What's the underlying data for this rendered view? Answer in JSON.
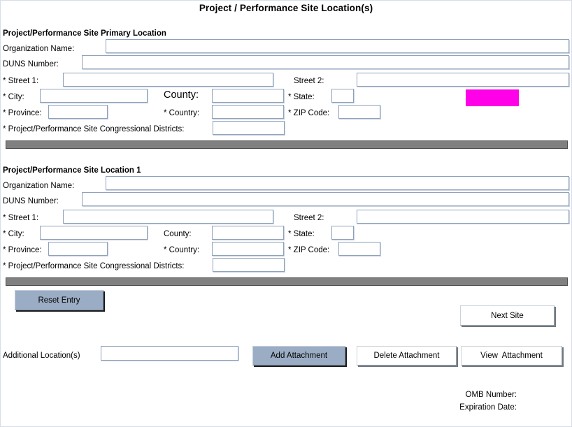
{
  "page": {
    "title": "Project / Performance Site Location(s)"
  },
  "sections": [
    {
      "heading": "Project/Performance Site Primary Location",
      "fields": {
        "organization_name_label": "Organization Name:",
        "organization_name_value": "",
        "duns_number_label": "DUNS Number:",
        "duns_number_value": "",
        "street1_label": "* Street 1:",
        "street1_value": "",
        "street2_label": "Street 2:",
        "street2_value": "",
        "city_label": "* City:",
        "city_value": "",
        "county_label": "County:",
        "county_value": "",
        "state_label": "* State:",
        "state_value": "",
        "province_label": "* Province:",
        "province_value": "",
        "country_label": "* Country:",
        "country_value": "",
        "zip_label": "* ZIP Code:",
        "zip_value": "",
        "congressional_label": "* Project/Performance Site Congressional Districts:",
        "congressional_value": ""
      },
      "highlight_color": "#ff00e8"
    },
    {
      "heading": "Project/Performance Site Location 1",
      "fields": {
        "organization_name_label": "Organization Name:",
        "organization_name_value": "",
        "duns_number_label": "DUNS Number:",
        "duns_number_value": "",
        "street1_label": "* Street 1:",
        "street1_value": "",
        "street2_label": "Street 2:",
        "street2_value": "",
        "city_label": "* City:",
        "city_value": "",
        "county_label": "County:",
        "county_value": "",
        "state_label": "* State:",
        "state_value": "",
        "province_label": "* Province:",
        "province_value": "",
        "country_label": "* Country:",
        "country_value": "",
        "zip_label": "* ZIP Code:",
        "zip_value": "",
        "congressional_label": "* Project/Performance Site Congressional Districts:",
        "congressional_value": ""
      }
    }
  ],
  "actions": {
    "reset_entry": "Reset Entry",
    "next_site": "Next Site",
    "additional_locations_label": "Additional Location(s)",
    "additional_locations_value": "",
    "add_attachment": "Add Attachment",
    "delete_attachment": "Delete Attachment",
    "view_attachment": "View  Attachment"
  },
  "footer": {
    "omb_number_label": "OMB Number:",
    "omb_number_value": "",
    "expiration_date_label": "Expiration Date:",
    "expiration_date_value": ""
  }
}
